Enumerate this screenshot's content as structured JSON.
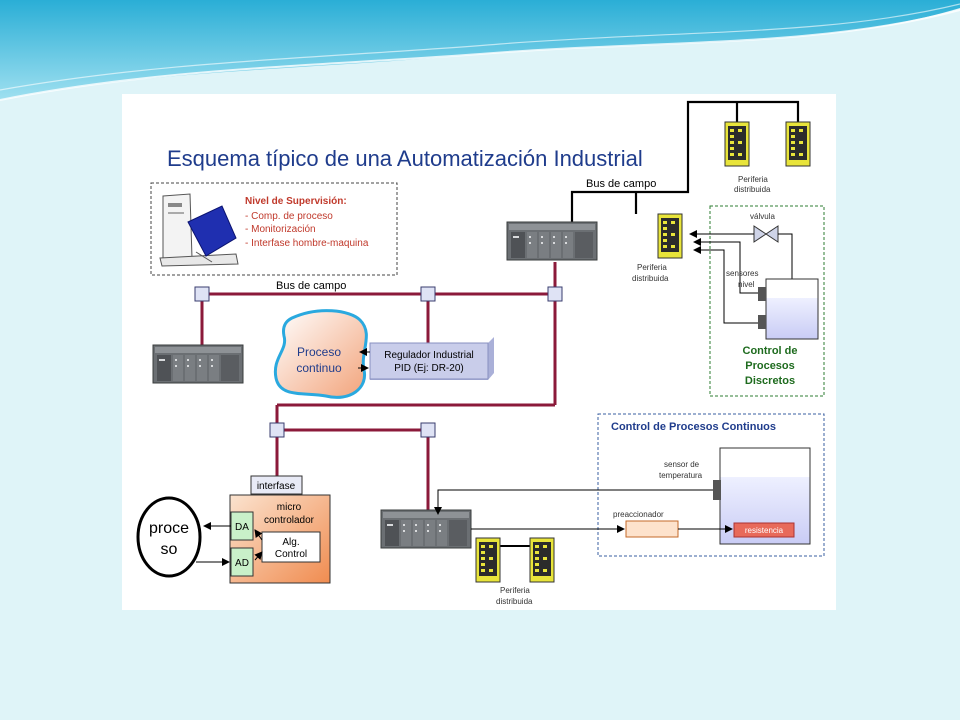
{
  "title": "Esquema típico de una Automatización Industrial",
  "bus_top": "Bus de campo",
  "bus_mid": "Bus de campo",
  "supervision": {
    "heading": "Nivel de Supervisión:",
    "items": [
      "- Comp. de proceso",
      "- Monitorización",
      "- Interfase hombre-maquina"
    ]
  },
  "proceso_continuo": [
    "Proceso",
    "continuo"
  ],
  "regulador": [
    "Regulador Industrial",
    "PID (Ej: DR-20)"
  ],
  "periferia_top": [
    "Periferia",
    "distribuida"
  ],
  "periferia_mid": [
    "Periferia",
    "distribuida"
  ],
  "periferia_bottom": [
    "Periferia",
    "distribuida"
  ],
  "discretos": {
    "valvula": "válvula",
    "sensores": [
      "sensores",
      "nivel"
    ],
    "heading": [
      "Control de",
      "Procesos",
      "Discretos"
    ]
  },
  "continuos": {
    "heading": "Control de Procesos Continuos",
    "sensor": [
      "sensor de",
      "temperatura"
    ],
    "preaccionador": "preaccionador",
    "resistencia": "resistencia"
  },
  "micro": {
    "interfase": "interfase",
    "title": [
      "micro",
      "controlador"
    ],
    "da": "DA",
    "ad": "AD",
    "alg": [
      "Alg.",
      "Control"
    ],
    "proceso": [
      "proce",
      "so"
    ]
  },
  "colors": {
    "title": "#1f3c8c",
    "bus": "#8b1a3a",
    "accent": "#c0392b",
    "green_label": "#1e6b1e",
    "blue_label": "#1f3c8c"
  }
}
